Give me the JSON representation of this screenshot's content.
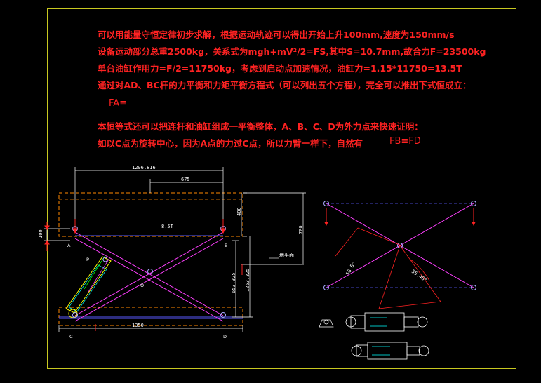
{
  "text_lines": [
    "可以用能量守恒定律初步求解，根据运动轨迹可以得出开始上升100mm,速度为150mm/s",
    "设备运动部分总重2500kg，关系式为mgh+mV²/2=FS,其中S=10.7mm,故合力F=23500kg",
    "单台油缸作用力=F/2=11750kg，考虑到启动点加速情况，油缸力=1.15*11750=13.5T",
    "通过对AD、BC杆的力平衡和力矩平衡方程式（可以列出五个方程），完全可以推出下式恒成立：",
    "本恒等式还可以把连杆和油缸组成一平衡整体，A、B、C、D为外力点来快速证明：",
    "如以C点为旋转中心，因为A点的力过C点，所以力臂一样下，自然有"
  ],
  "formula_fa": "FA≡",
  "formula_fb_fd": "FB≡FD",
  "dimensions": {
    "top_width": "1296.816",
    "mid_width": "675",
    "height_400": "400",
    "height_700": "700",
    "load": "8.5T",
    "left_100": "100",
    "h_653": "653.325",
    "h_1253": "1253.325",
    "bottom_width": "1350",
    "ground_label": "地平面",
    "angle_1": "56.5°",
    "angle_2": "55.48°"
  },
  "points": {
    "A": "A",
    "B": "B",
    "C": "C",
    "D": "D",
    "O": "O",
    "P": "P"
  },
  "colors": {
    "text": "#ff2222",
    "frame": "#c8c820",
    "scissor": "#ff40ff",
    "platform": "#ff8800",
    "dim": "#ffffff",
    "blue": "#5a5aff",
    "cylinder": "#ffff00"
  }
}
